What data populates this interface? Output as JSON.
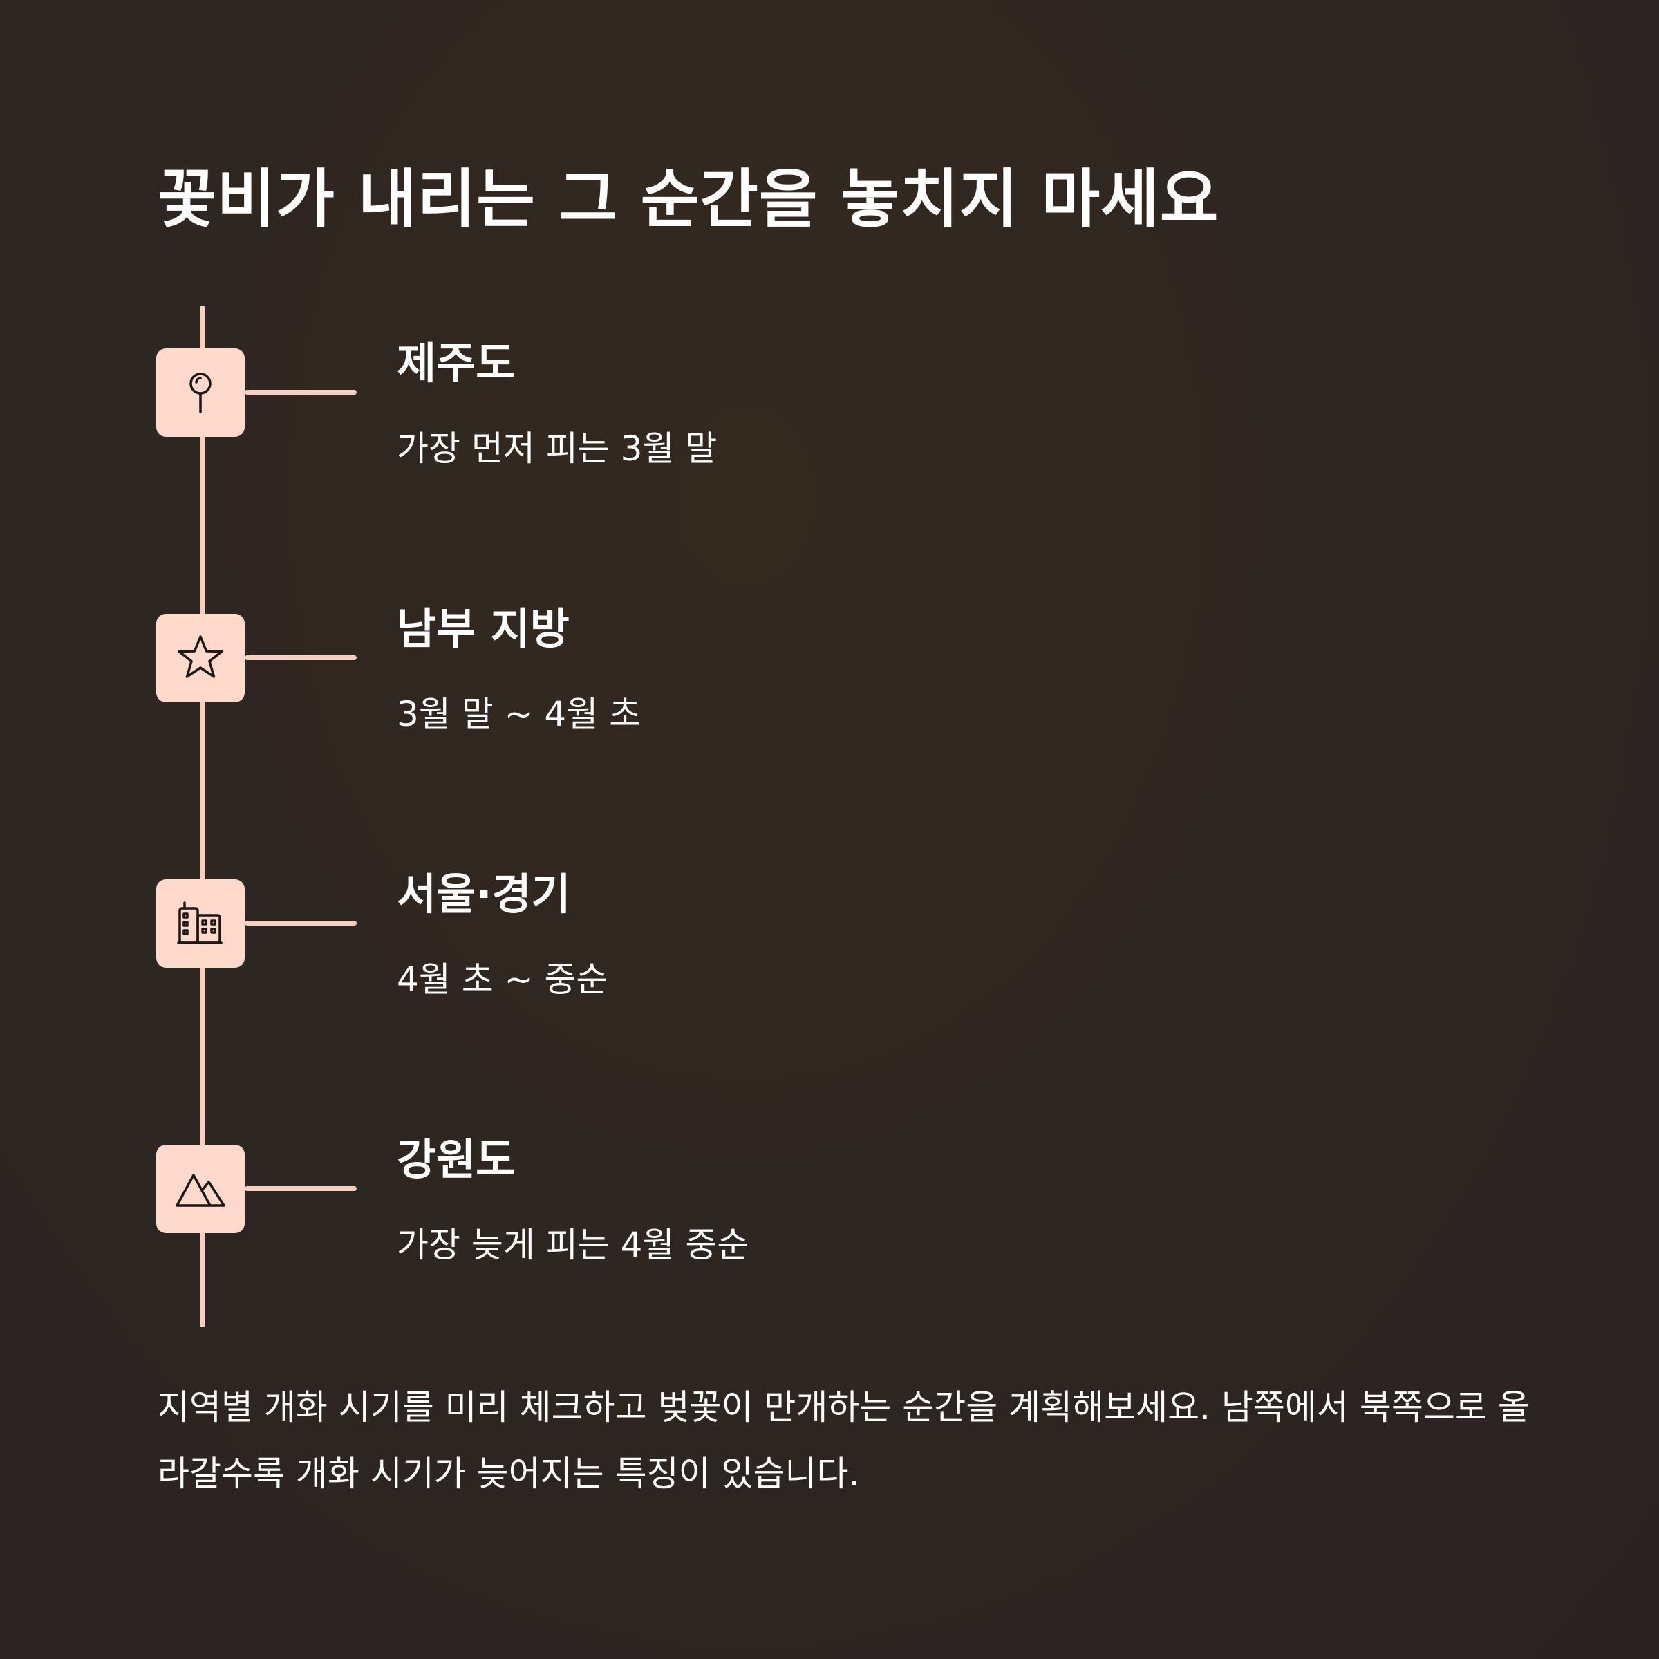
{
  "title": "꽃비가 내리는 그 순간을 놓치지 마세요",
  "timeline": [
    {
      "icon": "map-pin-icon",
      "region": "제주도",
      "period": "가장 먼저 피는 3월 말"
    },
    {
      "icon": "star-icon",
      "region": "남부 지방",
      "period": "3월 말 ~ 4월 초"
    },
    {
      "icon": "buildings-icon",
      "region": "서울·경기",
      "period": "4월 초 ~ 중순"
    },
    {
      "icon": "mountain-icon",
      "region": "강원도",
      "period": "가장 늦게 피는 4월 중순"
    }
  ],
  "footer": "지역별 개화 시기를 미리 체크하고 벚꽃이 만개하는 순간을 계획해보세요. 남쪽에서 북쪽으로 올라갈수록 개화 시기가 늦어지는 특징이 있습니다.",
  "colors": {
    "background": "#2e2622",
    "accent": "#ffd9cb",
    "line": "#f5cfc1",
    "text": "#ffffff",
    "icon_stroke": "#1e1614"
  }
}
